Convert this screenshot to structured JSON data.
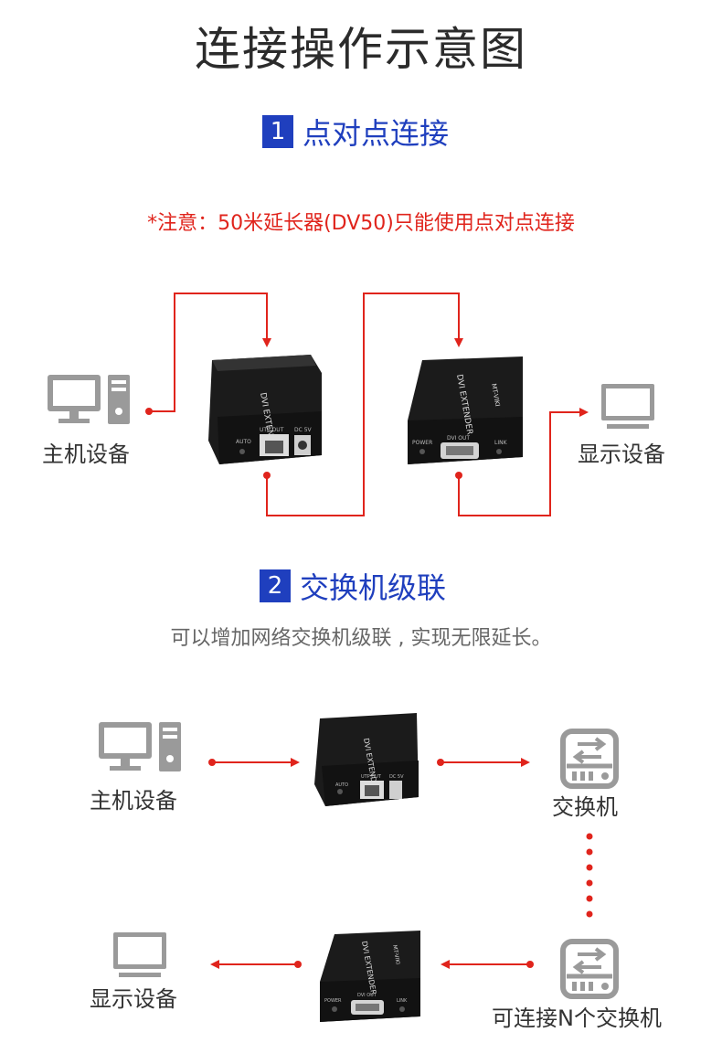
{
  "title": "连接操作示意图",
  "section1": {
    "number": "1",
    "title": "点对点连接",
    "note": "*注意：50米延长器(DV50)只能使用点对点连接"
  },
  "section2": {
    "number": "2",
    "title": "交换机级联",
    "description": "可以增加网络交换机级联 , 实现无限延长。"
  },
  "labels": {
    "host": "主机设备",
    "display": "显示设备",
    "switch": "交换机",
    "switch_n": "可连接N个交换机"
  },
  "device_text": {
    "tx_auto": "AUTO",
    "tx_utp": "UTP OUT",
    "tx_dc": "DC 5V",
    "rx_power": "POWER",
    "rx_dvi": "DVI OUT",
    "rx_link": "LINK",
    "product": "DVI EXTENDER",
    "brand": "MT-VIKI"
  },
  "colors": {
    "accent": "#1f3fbe",
    "line": "#e0241c",
    "icon": "#9a9a9a"
  }
}
